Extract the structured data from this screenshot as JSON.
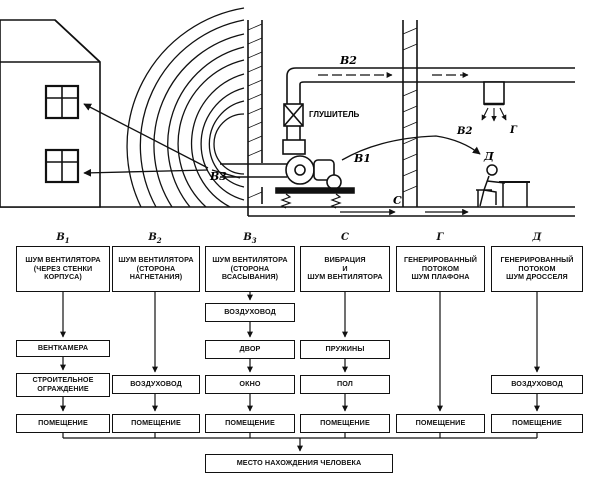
{
  "scene": {
    "muffler_label": "ГЛУШИТЕЛЬ",
    "path_labels": {
      "b1": "В1",
      "b2_duct": "В2",
      "b2_outlet": "В2",
      "b3": "В3",
      "c": "С",
      "g": "Г",
      "d": "Д"
    }
  },
  "columns": [
    {
      "symbol": "В",
      "sub": "1",
      "title": "ШУМ ВЕНТИЛЯТОРА\n(ЧЕРЕЗ СТЕНКИ\nКОРПУСА)",
      "steps": [
        "ВЕНТКАМЕРА",
        "СТРОИТЕЛЬНОЕ\nОГРАЖДЕНИЕ",
        "ПОМЕЩЕНИЕ"
      ]
    },
    {
      "symbol": "В",
      "sub": "2",
      "title": "ШУМ ВЕНТИЛЯТОРА\n(СТОРОНА\nНАГНЕТАНИЯ)",
      "steps": [
        "ВОЗДУХОВОД",
        "ПОМЕЩЕНИЕ"
      ]
    },
    {
      "symbol": "В",
      "sub": "3",
      "title": "ШУМ ВЕНТИЛЯТОРА\n(СТОРОНА\nВСАСЫВАНИЯ)",
      "steps": [
        "ВОЗДУХОВОД",
        "ДВОР",
        "ОКНО",
        "ПОМЕЩЕНИЕ"
      ]
    },
    {
      "symbol": "С",
      "sub": "",
      "title": "ВИБРАЦИЯ\nИ\nШУМ ВЕНТИЛЯТОРА",
      "steps": [
        "ПРУЖИНЫ",
        "ПОЛ",
        "ПОМЕЩЕНИЕ"
      ]
    },
    {
      "symbol": "Г",
      "sub": "",
      "title": "ГЕНЕРИРОВАННЫЙ\nПОТОКОМ\nШУМ ПЛАФОНА",
      "steps": [
        "ПОМЕЩЕНИЕ"
      ]
    },
    {
      "symbol": "Д",
      "sub": "",
      "title": "ГЕНЕРИРОВАННЫЙ\nПОТОКОМ\nШУМ ДРОССЕЛЯ",
      "steps": [
        "ВОЗДУХОВОД",
        "ПОМЕЩЕНИЕ"
      ]
    }
  ],
  "final": "МЕСТО НАХОЖДЕНИЯ ЧЕЛОВЕКА"
}
